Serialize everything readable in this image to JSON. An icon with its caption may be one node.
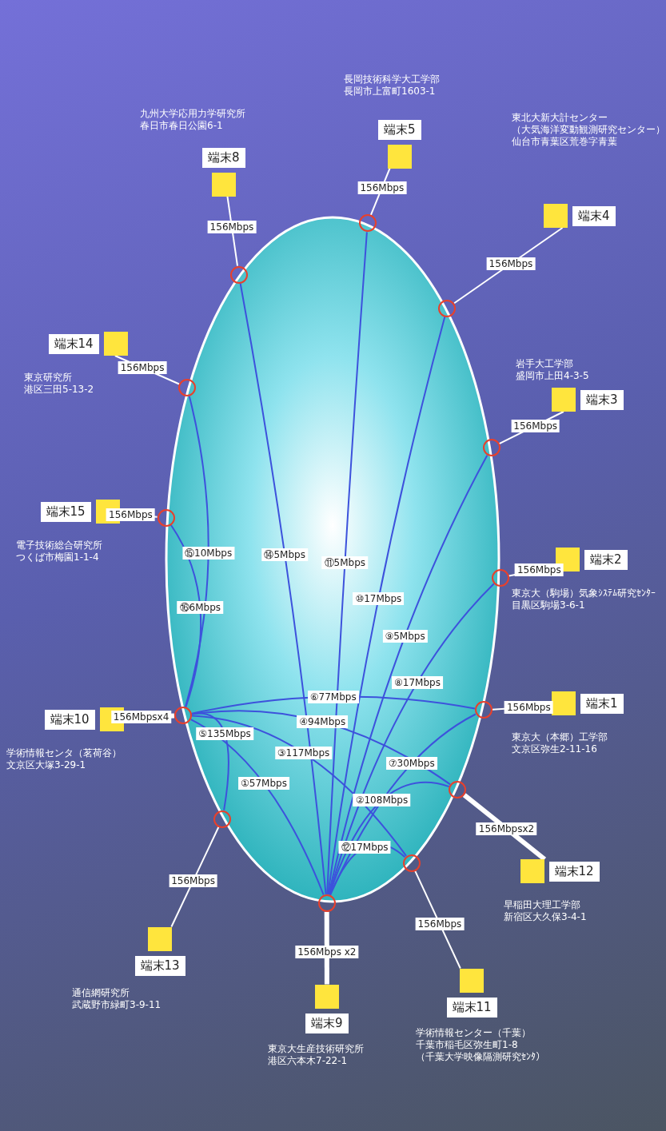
{
  "diagram": {
    "nodes": [
      {
        "text": [],
        "shape": "ellipse"
      },
      {
        "text": [],
        "shape": "circle",
        "in": 0
      },
      {
        "text": [],
        "shape": "circle",
        "in": 0
      },
      {
        "text": [],
        "shape": "circle",
        "in": 0
      },
      {
        "text": [],
        "shape": "circle",
        "in": 0
      },
      {
        "text": [],
        "shape": "circle",
        "in": 0
      },
      {
        "text": [],
        "shape": "circle",
        "in": 0
      },
      {
        "text": [],
        "shape": "circle",
        "in": 0
      },
      {
        "text": [],
        "shape": "circle",
        "in": 0
      },
      {
        "text": [],
        "shape": "circle",
        "in": 0
      },
      {
        "text": [],
        "shape": "circle",
        "in": 0
      },
      {
        "text": [],
        "shape": "circle",
        "in": 0
      },
      {
        "text": [],
        "shape": "circle",
        "in": 0
      },
      {
        "text": [],
        "shape": "circle",
        "in": 0
      },
      {
        "text": [
          "端末1"
        ],
        "beside": [
          "東京大（本郷）工学部",
          "文京区弥生2-11-16"
        ]
      },
      {
        "text": [
          "端末2"
        ],
        "beside": [
          "東京大（駒場）気象ｼｽﾃﾑ研究ｾﾝﾀｰ",
          "目黒区駒場3-6-1"
        ]
      },
      {
        "text": [
          "端末3"
        ],
        "beside": [
          "岩手大工学部",
          "盛岡市上田4-3-5"
        ]
      },
      {
        "text": [
          "端末4"
        ],
        "beside": [
          "東北大新大計センター",
          "（大気海洋変動観測研究センター）",
          "仙台市青葉区荒巻字青葉"
        ]
      },
      {
        "text": [
          "端末5"
        ],
        "beside": [
          "長岡技術科学大工学部",
          "長岡市上富町1603-1"
        ]
      },
      {
        "text": [
          "端末8"
        ],
        "beside": [
          "九州大学応用力学研究所",
          "春日市春日公園6-1"
        ]
      },
      {
        "text": [
          "端末9"
        ],
        "beside": [
          "東京大生産技術研究所",
          "港区六本木7-22-1"
        ]
      },
      {
        "text": [
          "端末10"
        ],
        "beside": [
          "学術情報センタ（茗荷谷）",
          "文京区大塚3-29-1"
        ]
      },
      {
        "text": [
          "端末11"
        ],
        "beside": [
          "学術情報センター（千葉）",
          "千葉市稲毛区弥生町1-8",
          "（千葉大学映像隔測研究ｾﾝﾀ）"
        ]
      },
      {
        "text": [
          "端末12"
        ],
        "beside": [
          "早稲田大理工学部",
          "新宿区大久保3-4-1"
        ]
      },
      {
        "text": [
          "端末13"
        ],
        "beside": [
          "通信網研究所",
          "武蔵野市緑町3-9-11"
        ]
      },
      {
        "text": [
          "端末14"
        ],
        "beside": [
          "東京研究所",
          "港区三田5-13-2"
        ]
      },
      {
        "text": [
          "端末15"
        ],
        "beside": [
          "電子技術総合研究所",
          "つくば市梅園1-1-4"
        ]
      }
    ],
    "edges": [
      {
        "from": 14,
        "to": 1,
        "arrow": "none",
        "label": "156Mbps",
        "color": "#ffffff"
      },
      {
        "from": 15,
        "to": 2,
        "arrow": "none",
        "label": "156Mbps",
        "color": "#ffffff"
      },
      {
        "from": 16,
        "to": 3,
        "arrow": "none",
        "label": "156Mbps",
        "color": "#ffffff"
      },
      {
        "from": 17,
        "to": 4,
        "arrow": "none",
        "label": "156Mbps",
        "color": "#ffffff"
      },
      {
        "from": 18,
        "to": 5,
        "arrow": "none",
        "label": "156Mbps",
        "color": "#ffffff"
      },
      {
        "from": 19,
        "to": 6,
        "arrow": "none",
        "label": "156Mbps",
        "color": "#ffffff"
      },
      {
        "from": 20,
        "to": 7,
        "arrow": "none",
        "label": "156Mbps x2",
        "style": "thick",
        "color": "#ffffff"
      },
      {
        "from": 21,
        "to": 8,
        "arrow": "none",
        "label": "156Mbpsx4",
        "style": "thick",
        "color": "#ffffff"
      },
      {
        "from": 22,
        "to": 9,
        "arrow": "none",
        "label": "156Mbps",
        "color": "#ffffff"
      },
      {
        "from": 23,
        "to": 10,
        "arrow": "none",
        "label": "156Mbpsx2",
        "style": "thick",
        "color": "#ffffff"
      },
      {
        "from": 24,
        "to": 11,
        "arrow": "none",
        "label": "156Mbps",
        "color": "#ffffff"
      },
      {
        "from": 25,
        "to": 12,
        "arrow": "none",
        "label": "156Mbps",
        "color": "#ffffff"
      },
      {
        "from": 26,
        "to": 13,
        "arrow": "none",
        "label": "156Mbps",
        "color": "#ffffff"
      },
      {
        "from": 7,
        "to": 8,
        "arrow": "none",
        "label": "①57Mbps"
      },
      {
        "from": 7,
        "to": 10,
        "arrow": "none",
        "label": "②108Mbps"
      },
      {
        "from": 9,
        "to": 8,
        "arrow": "none",
        "label": "③117Mbps"
      },
      {
        "from": 10,
        "to": 8,
        "arrow": "none",
        "label": "④94Mbps"
      },
      {
        "from": 11,
        "to": 8,
        "arrow": "none",
        "label": "⑤135Mbps"
      },
      {
        "from": 8,
        "to": 1,
        "arrow": "none",
        "label": "⑥77Mbps"
      },
      {
        "from": 7,
        "to": 1,
        "arrow": "none",
        "label": "⑦30Mbps"
      },
      {
        "from": 7,
        "to": 2,
        "arrow": "none",
        "label": "⑧17Mbps"
      },
      {
        "from": 7,
        "to": 3,
        "arrow": "none",
        "label": "⑨5Mbps"
      },
      {
        "from": 7,
        "to": 4,
        "arrow": "none",
        "label": "⑩17Mbps"
      },
      {
        "from": 7,
        "to": 5,
        "arrow": "none",
        "label": "⑪5Mbps"
      },
      {
        "from": 7,
        "to": 9,
        "arrow": "none",
        "label": "⑫17Mbps"
      },
      {
        "from": 7,
        "to": 6,
        "arrow": "none",
        "label": "⑭5Mbps"
      },
      {
        "from": 8,
        "to": 12,
        "arrow": "none",
        "label": "⑮10Mbps"
      },
      {
        "from": 8,
        "to": 13,
        "arrow": "none",
        "label": "⑯6Mbps"
      }
    ]
  }
}
